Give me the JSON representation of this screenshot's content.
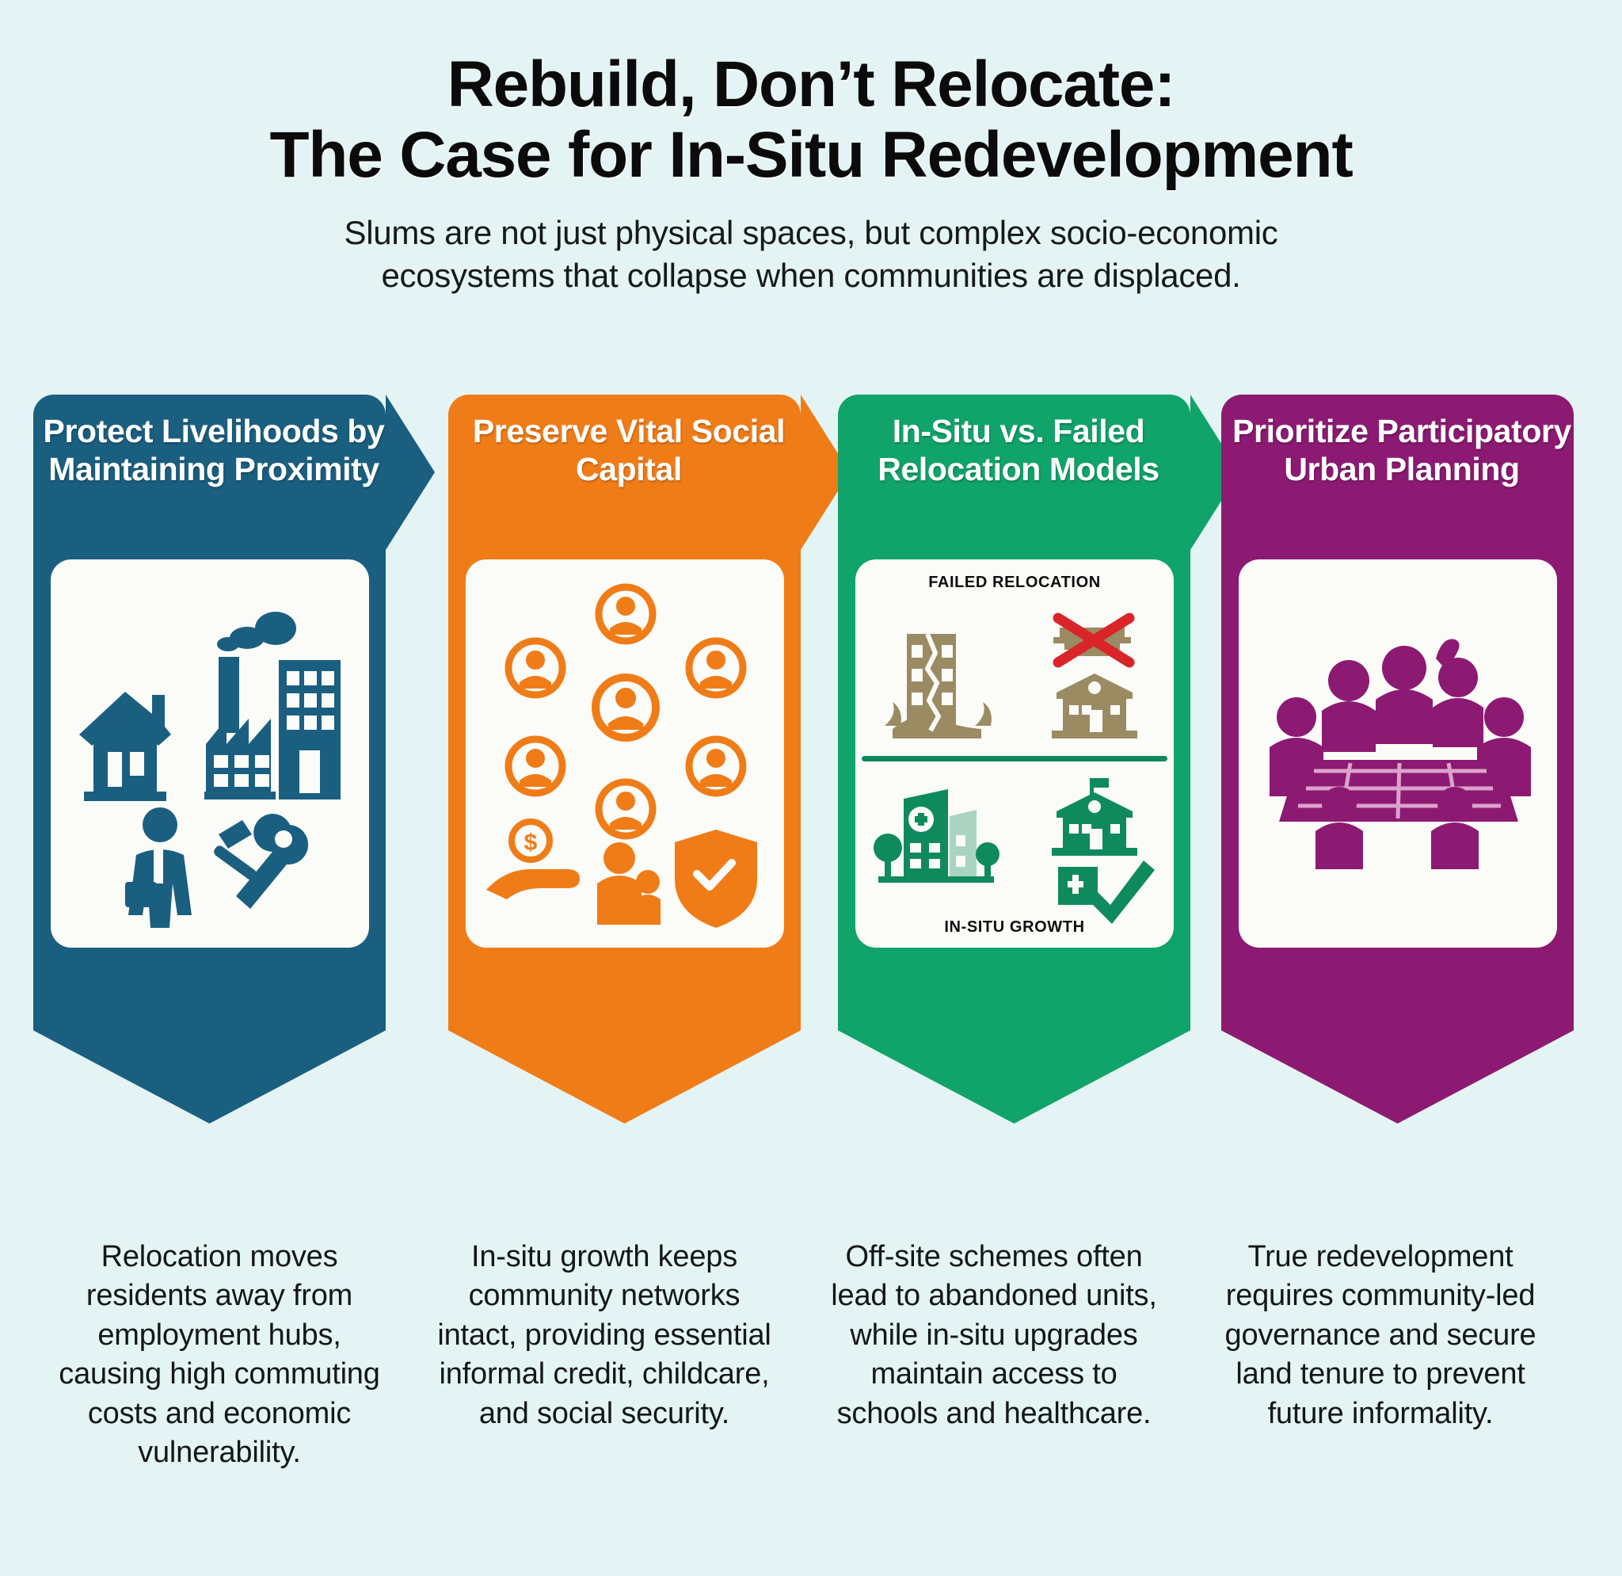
{
  "meta": {
    "background_color": "#e4f4f4",
    "text_color": "#141618"
  },
  "header": {
    "title_line1": "Rebuild, Don’t Relocate:",
    "title_line2": "The Case for In-Situ Redevelopment",
    "subtitle_line1": "Slums are not just physical spaces, but complex socio-economic",
    "subtitle_line2": "ecosystems that collapse when communities are displaced."
  },
  "columns": [
    {
      "id": "protect-livelihoods",
      "title": "Protect Livelihoods by Maintaining Proximity",
      "color": "#1b5f80",
      "icon_names": [
        "house-icon",
        "factory-icon",
        "office-building-icon",
        "worker-icon",
        "hammer-icon",
        "wrench-icon",
        "briefcase-icon"
      ],
      "body": "Relocation moves residents away from employment hubs, causing high commuting costs and economic vulnerability."
    },
    {
      "id": "preserve-social-capital",
      "title": "Preserve Vital Social Capital",
      "color": "#f07c18",
      "icon_names": [
        "person-icon",
        "person-icon",
        "person-icon",
        "person-icon",
        "person-icon",
        "person-icon",
        "person-icon",
        "hand-with-money-icon",
        "parent-and-child-icon",
        "shield-check-icon"
      ],
      "body": "In-situ growth keeps community networks intact, providing essential informal credit, childcare, and social security."
    },
    {
      "id": "insitu-vs-failed-relocation",
      "title": "In-Situ vs. Failed Relocation Models",
      "color": "#10a36a",
      "panel_top_label": "FAILED RELOCATION",
      "panel_bottom_label": "IN-SITU GROWTH",
      "icon_names": [
        "cracked-building-icon",
        "red-cross-out-icon",
        "abandoned-school-icon",
        "hospital-icon",
        "trees-icon",
        "school-icon",
        "green-check-clinic-icon"
      ],
      "body": "Off-site schemes often lead to abandoned units, while in-situ upgrades maintain access to schools and healthcare."
    },
    {
      "id": "participatory-urban-planning",
      "title": "Prioritize Participatory Urban Planning",
      "color": "#8c1a72",
      "icon_names": [
        "community-meeting-icon",
        "site-plan-map-icon",
        "people-around-table-icon"
      ],
      "body": "True redevelopment requires community-led governance and secure land tenure to prevent future informality."
    }
  ]
}
